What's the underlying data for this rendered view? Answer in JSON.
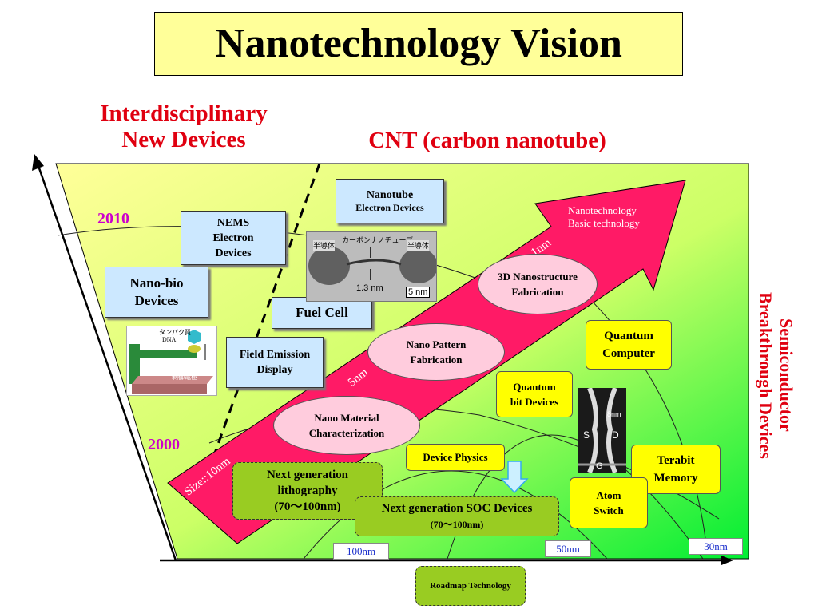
{
  "title": "Nanotechnology Vision",
  "left_heading": [
    "Interdisciplinary",
    "New Devices"
  ],
  "center_heading": "CNT (carbon nanotube)",
  "right_heading": [
    "Semiconductor",
    "Breakthrough Devices"
  ],
  "years": {
    "y2010": "2010",
    "y2000": "2000"
  },
  "arrow_labels": {
    "size": "Size::10nm",
    "five": "5nm",
    "one": "1nm",
    "head": [
      "Nanotechnology",
      "Basic  technology"
    ]
  },
  "blue_boxes": {
    "nanotube": [
      "Nanotube",
      "Electron Devices"
    ],
    "nems": [
      "NEMS",
      "Electron",
      "Devices"
    ],
    "nanobio": [
      "Nano-bio",
      "Devices"
    ],
    "fuel_cell": "Fuel Cell",
    "fed": [
      "Field Emission",
      "Display"
    ]
  },
  "ovals": {
    "nano3d": [
      "3D Nanostructure",
      "Fabrication"
    ],
    "pattern": [
      "Nano Pattern",
      "Fabrication"
    ],
    "material": [
      "Nano Material",
      "Characterization"
    ]
  },
  "yellow_boxes": {
    "quantum_computer": [
      "Quantum",
      "Computer"
    ],
    "qubit": [
      "Quantum",
      "bit Devices"
    ],
    "terabit": [
      "Terabit",
      "Memory"
    ],
    "atom_switch": [
      "Atom",
      "Switch"
    ],
    "device_physics": "Device Physics"
  },
  "olive_boxes": {
    "litho": [
      "Next generation",
      "lithography",
      "(70〜100nm)"
    ],
    "soc": [
      "Next generation SOC Devices",
      "(70〜100nm)"
    ],
    "roadmap": "Roadmap Technology"
  },
  "scales": {
    "s100": "100nm",
    "s50": "50nm",
    "s30": "30nm"
  },
  "images": {
    "cnt_label": "1.3 nm",
    "cnt_scale": "5 nm",
    "cnt_top_left": "半導体",
    "cnt_top_mid": "カーボンナノチューブ",
    "cnt_top_right": "半導体",
    "bio_protein": "タンパク質",
    "bio_dna": "DNA",
    "bio_electrode": "制御電極",
    "tem_8nm": "8nm",
    "tem_s": "S",
    "tem_d": "D",
    "tem_g": "G"
  },
  "colors": {
    "accent_red": "#e00010",
    "arrow": "#ff1a66",
    "box_blue": "#cce8ff",
    "olive": "#99cc22",
    "year": "#cc00cc"
  }
}
